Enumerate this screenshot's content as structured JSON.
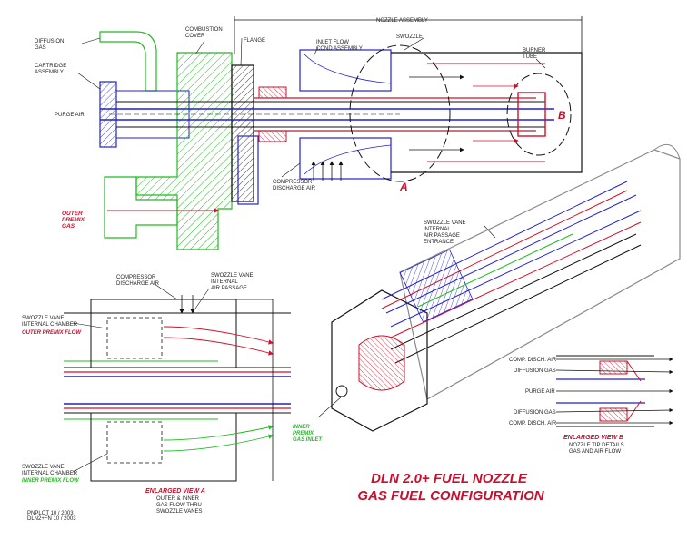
{
  "colors": {
    "green": "#22bb22",
    "red": "#d0102a",
    "blue": "#2222cc",
    "black": "#111111",
    "title": "#c8102e"
  },
  "main_view": {
    "diffusion_gas": [
      "DIFFUSION",
      "GAS"
    ],
    "cartridge_assembly": [
      "CARTRIDGE",
      "ASSEMBLY"
    ],
    "combustion_cover": [
      "COMBUSTION",
      "COVER"
    ],
    "flange": "FLANGE",
    "nozzle_assembly": "NOZZLE ASSEMBLY",
    "inlet_flow": [
      "INLET FLOW",
      "COND ASSEMBLY"
    ],
    "swozzle": "SWOZZLE",
    "burner_tube": [
      "BURNER",
      "TUBE"
    ],
    "purge_air": "PURGE AIR",
    "compressor_discharge": [
      "COMPRESSOR",
      "DISCHARGE AIR"
    ],
    "outer_premix_gas": [
      "OUTER",
      "PREMIX",
      "GAS"
    ],
    "marker_a": "A",
    "marker_b": "B"
  },
  "view_a": {
    "compressor_discharge": [
      "COMPRESSOR",
      "DISCHARGE AIR"
    ],
    "swozzle_vane_passage": [
      "SWOZZLE VANE",
      "INTERNAL",
      "AIR PASSAGE"
    ],
    "chamber_top": [
      "SWOZZLE VANE",
      "INTERNAL CHAMBER"
    ],
    "outer_premix_flow": "OUTER PREMIX FLOW",
    "chamber_bottom": [
      "SWOZZLE VANE",
      "INTERNAL CHAMBER"
    ],
    "inner_premix_flow": "INNER PREMIX FLOW",
    "title": "ENLARGED VIEW A",
    "caption": [
      "OUTER & INNER",
      "GAS FLOW THRU",
      "SWOZZLE VANES"
    ]
  },
  "iso_view": {
    "swozzle_entrance": [
      "SWOZZLE VANE",
      "INTERNAL",
      "AIR PASSAGE",
      "ENTRANCE"
    ],
    "inner_premix_gas_inlet": [
      "INNER",
      "PREMIX",
      "GAS INLET"
    ]
  },
  "view_b": {
    "labels": [
      "COMP. DISCH. AIR",
      "DIFFUSION GAS",
      "PURGE AIR",
      "DIFFUSION GAS",
      "COMP. DISCH. AIR"
    ],
    "title": "ENLARGED VIEW B",
    "caption": [
      "NOZZLE TIP DETAILS",
      "GAS AND AIR FLOW"
    ]
  },
  "title": {
    "line1": "DLN 2.0+ FUEL NOZZLE",
    "line2": "GAS FUEL CONFIGURATION"
  },
  "footer": [
    "PNPLOT  10 / 2003",
    "DLN2+FN  10 / 2003"
  ]
}
